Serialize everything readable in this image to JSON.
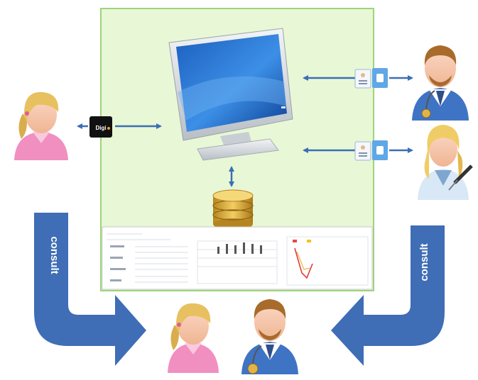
{
  "diagram": {
    "left_arrow_label": "consult",
    "right_arrow_label": "consult",
    "device_label": "Digi",
    "actors": [
      {
        "role": "patient",
        "icon": "patient-female-icon"
      },
      {
        "role": "doctor",
        "icon": "doctor-male-icon"
      },
      {
        "role": "nurse",
        "icon": "nurse-female-icon"
      }
    ],
    "colors": {
      "panel_fill": "#e8f7d6",
      "panel_border": "#9ed37c",
      "flow_arrow": "#3a6fb5",
      "consult_arrow": "#3f6db6"
    }
  }
}
